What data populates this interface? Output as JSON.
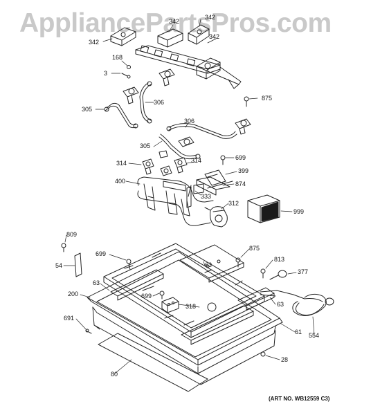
{
  "watermark": "AppliancePartsPros.com",
  "art_number": "(ART NO. WB12559 C3)",
  "colors": {
    "line": "#222222",
    "watermark": "#c9c9c9",
    "background": "#ffffff"
  },
  "callouts": {
    "p342a": "342",
    "p342b": "342",
    "p342c": "342",
    "p342d": "342",
    "p168": "168",
    "p3": "3",
    "p306a": "306",
    "p305a": "305",
    "p875a": "875",
    "p306b": "306",
    "p305b": "305",
    "p699a": "699",
    "p314a": "314",
    "p314b": "314",
    "p399": "399",
    "p400": "400",
    "p874": "874",
    "p333": "333",
    "p312": "312",
    "p999": "999",
    "p809": "809",
    "p699b": "699",
    "p875b": "875",
    "p54": "54",
    "p63a": "63",
    "p813": "813",
    "p377": "377",
    "p63b": "63",
    "p200": "200",
    "p699c": "699",
    "p318": "318",
    "p63c": "63",
    "p691": "691",
    "p61": "61",
    "p554": "554",
    "p28": "28",
    "p80": "80"
  }
}
